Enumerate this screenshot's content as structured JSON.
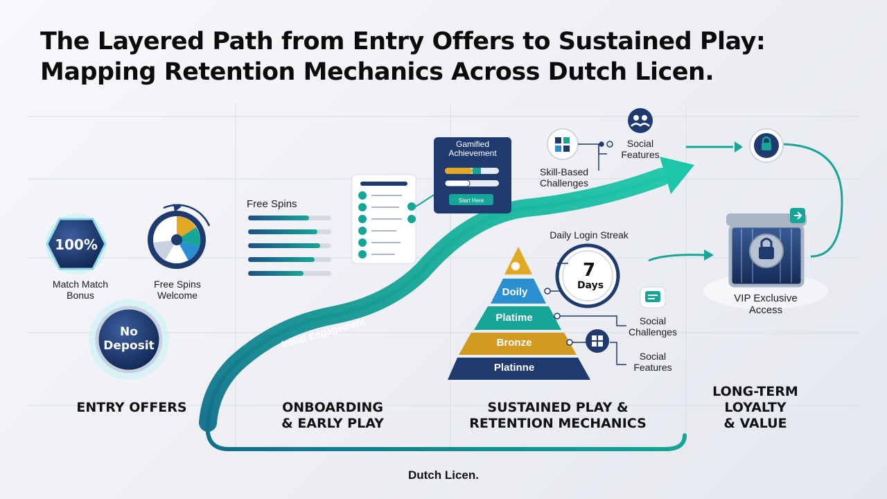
{
  "title": {
    "line1": "The Layered Path from Entry Offers to Sustained Play:",
    "line2": "Mapping Retention Mechanics Across Dutch Licen."
  },
  "entry": {
    "badge_100": "100%",
    "match_bonus_line1": "Match Match",
    "match_bonus_line2": "Bonus",
    "free_spins_welcome_line1": "Free Spins",
    "free_spins_welcome_line2": "Welcome",
    "no_deposit_line1": "No",
    "no_deposit_line2": "Deposit"
  },
  "onboarding": {
    "free_spins_label": "Free Spins",
    "gamified_line1": "Gamified",
    "gamified_line2": "Achievement",
    "start_button": "Start Here"
  },
  "path_label": "Initial Engagement",
  "skills": {
    "skill_line1": "Skill-Based",
    "skill_line2": "Challenges",
    "social_features_line1": "Social",
    "social_features_line2": "Features"
  },
  "streak": {
    "label": "Daily Login Streak",
    "number": "7",
    "unit": "Days"
  },
  "pyramid": {
    "tiers": [
      "Doily",
      "Platime",
      "Bronze",
      "Platinne"
    ]
  },
  "side_labels": {
    "social_challenges_line1": "Social",
    "social_challenges_line2": "Challenges",
    "social_features_line1": "Social",
    "social_features_line2": "Features"
  },
  "vip": {
    "line1": "VIP Exclusive",
    "line2": "Access"
  },
  "stages": {
    "entry": "ENTRY OFFERS",
    "onboarding_line1": "ONBOARDING",
    "onboarding_line2": "& EARLY PLAY",
    "sustained_line1": "SUSTAINED PLAY &",
    "sustained_line2": "RETENTION MECHANICS",
    "loyalty_line1": "LONG-TERM",
    "loyalty_line2": "LOYALTY",
    "loyalty_line3": "& VALUE"
  },
  "footer": "Dutch Licen.",
  "colors": {
    "navy": "#1e3a6e",
    "teal": "#17a597",
    "gold": "#d29a1e",
    "blue": "#2a8fd0"
  }
}
